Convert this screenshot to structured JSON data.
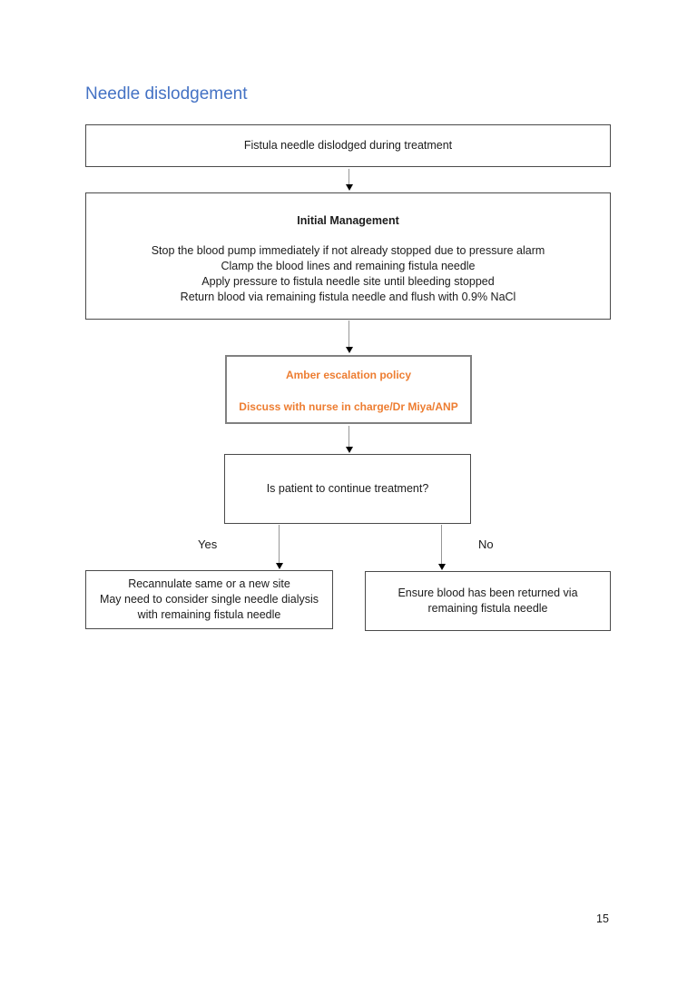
{
  "title": {
    "text": "Needle dislodgement"
  },
  "colors": {
    "title_blue": "#4472C4",
    "amber_orange": "#ED7D31",
    "box_border": "#4a4a4a"
  },
  "flowchart": {
    "start_box": {
      "text": "Fistula needle dislodged during treatment"
    },
    "initial_box": {
      "heading": "Initial Management",
      "lines": [
        "Stop the blood pump immediately if not already stopped due to pressure alarm",
        "Clamp the blood lines and remaining fistula needle",
        "Apply pressure to fistula needle site until bleeding stopped",
        "Return blood via remaining fistula needle and flush with 0.9% NaCl"
      ]
    },
    "amber_box": {
      "line1": "Amber escalation policy",
      "line2": "Discuss with nurse in charge/Dr Miya/ANP"
    },
    "decision_box": {
      "text": "Is patient to continue treatment?"
    },
    "yes_label": "Yes",
    "no_label": "No",
    "yes_box": {
      "lines": [
        "Recannulate same or a new site",
        "May need to consider single needle dialysis",
        "with remaining fistula needle"
      ]
    },
    "no_box": {
      "lines": [
        "Ensure blood has been returned via",
        "remaining fistula needle"
      ]
    }
  },
  "footer": {
    "page_number": "15"
  }
}
